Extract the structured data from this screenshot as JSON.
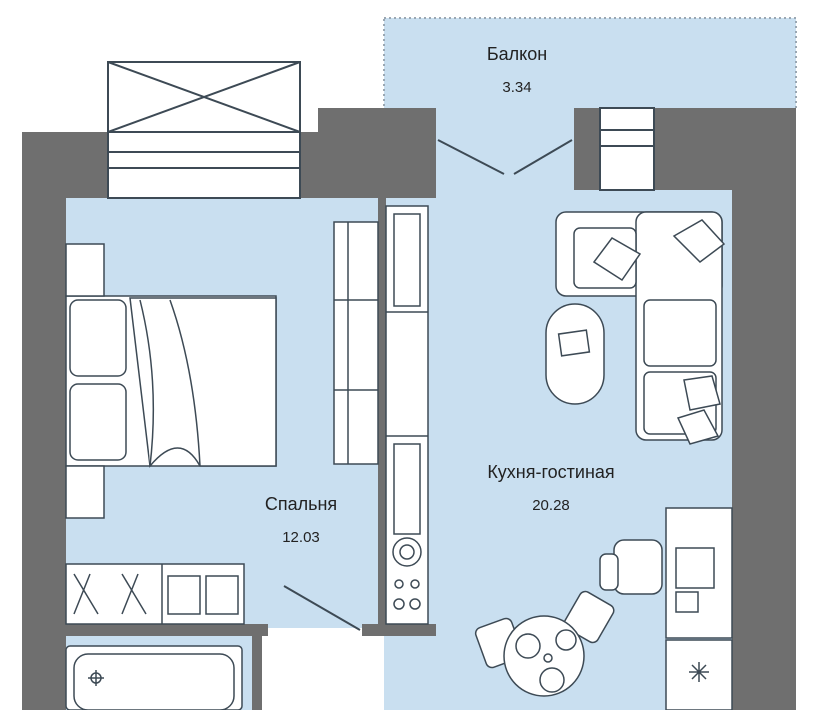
{
  "rooms": {
    "balcony": {
      "name": "Балкон",
      "area": "3.34"
    },
    "bedroom": {
      "name": "Спальня",
      "area": "12.03"
    },
    "kitchen_living": {
      "name": "Кухня-гостиная",
      "area": "20.28"
    }
  },
  "colors": {
    "wall": "#6f6f6f",
    "floor": "#c9dff0",
    "furniture_stroke": "#3d4a55",
    "furniture_fill": "#ffffff"
  }
}
